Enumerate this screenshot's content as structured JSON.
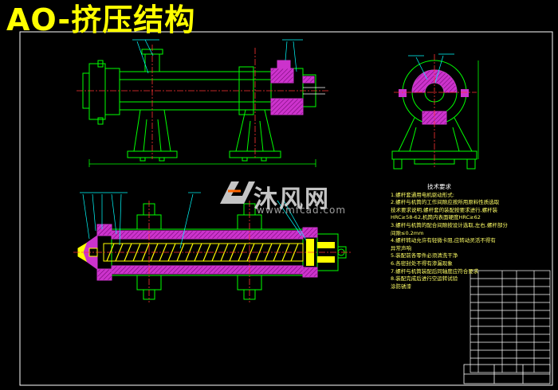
{
  "title": "AO-挤压结构",
  "watermark": {
    "brand": "沐风网",
    "url": "www.mfcad.com"
  },
  "tech_notes": {
    "heading": "技术要求",
    "lines": [
      "1.螺杆套通用电机驱动形式:",
      "2.螺杆与机筒的工作间隙应按所用原料性质选取",
      "  技术要求说明,螺杆套的装配按要求进行,螺杆装",
      "  HRC≥58-62,机筒内表面硬度HRC≥62",
      "3.螺杆与机筒的配合间隙按设计选取,左右,螺杆部分",
      "  间隙≤0.2mm",
      "4.螺杆转动允许有轻微卡阻,应转动灵活不得有",
      "  异常声响",
      "5.装配前各零件必须清洗干净",
      "6.各密封处不得有渗漏现象",
      "7.螺杆与机筒装配后同轴度应符合要求",
      "8.装配完成后进行空运转试验",
      "  涂防锈漆"
    ]
  },
  "colors": {
    "background": "#000000",
    "outline": "#00ff00",
    "frame": "#ffffff",
    "section": "#cc33cc",
    "leader": "#00ffff",
    "centerline": "#ff3333",
    "title": "#ffff00",
    "text": "#ffff66"
  }
}
